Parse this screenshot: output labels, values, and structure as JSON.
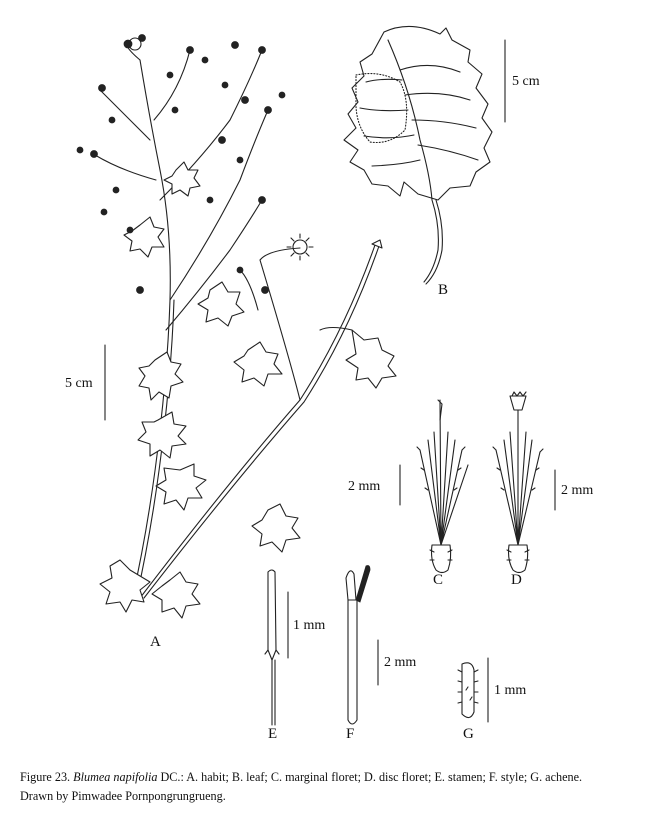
{
  "figure": {
    "panel_labels": {
      "a": "A",
      "b": "B",
      "c": "C",
      "d": "D",
      "e": "E",
      "f": "F",
      "g": "G"
    },
    "scale_bars": {
      "a": "5 cm",
      "b": "5 cm",
      "c": "2 mm",
      "d": "2 mm",
      "e": "1 mm",
      "f": "2 mm",
      "g": "1 mm"
    },
    "caption": {
      "prefix": "Figure 23. ",
      "species": "Blumea napifolia",
      "text": " DC.: A. habit; B. leaf; C. marginal floret; D. disc floret; E. stamen; F. style; G. achene.",
      "credit": "Drawn by Pimwadee Pornpongrungrueng."
    }
  }
}
